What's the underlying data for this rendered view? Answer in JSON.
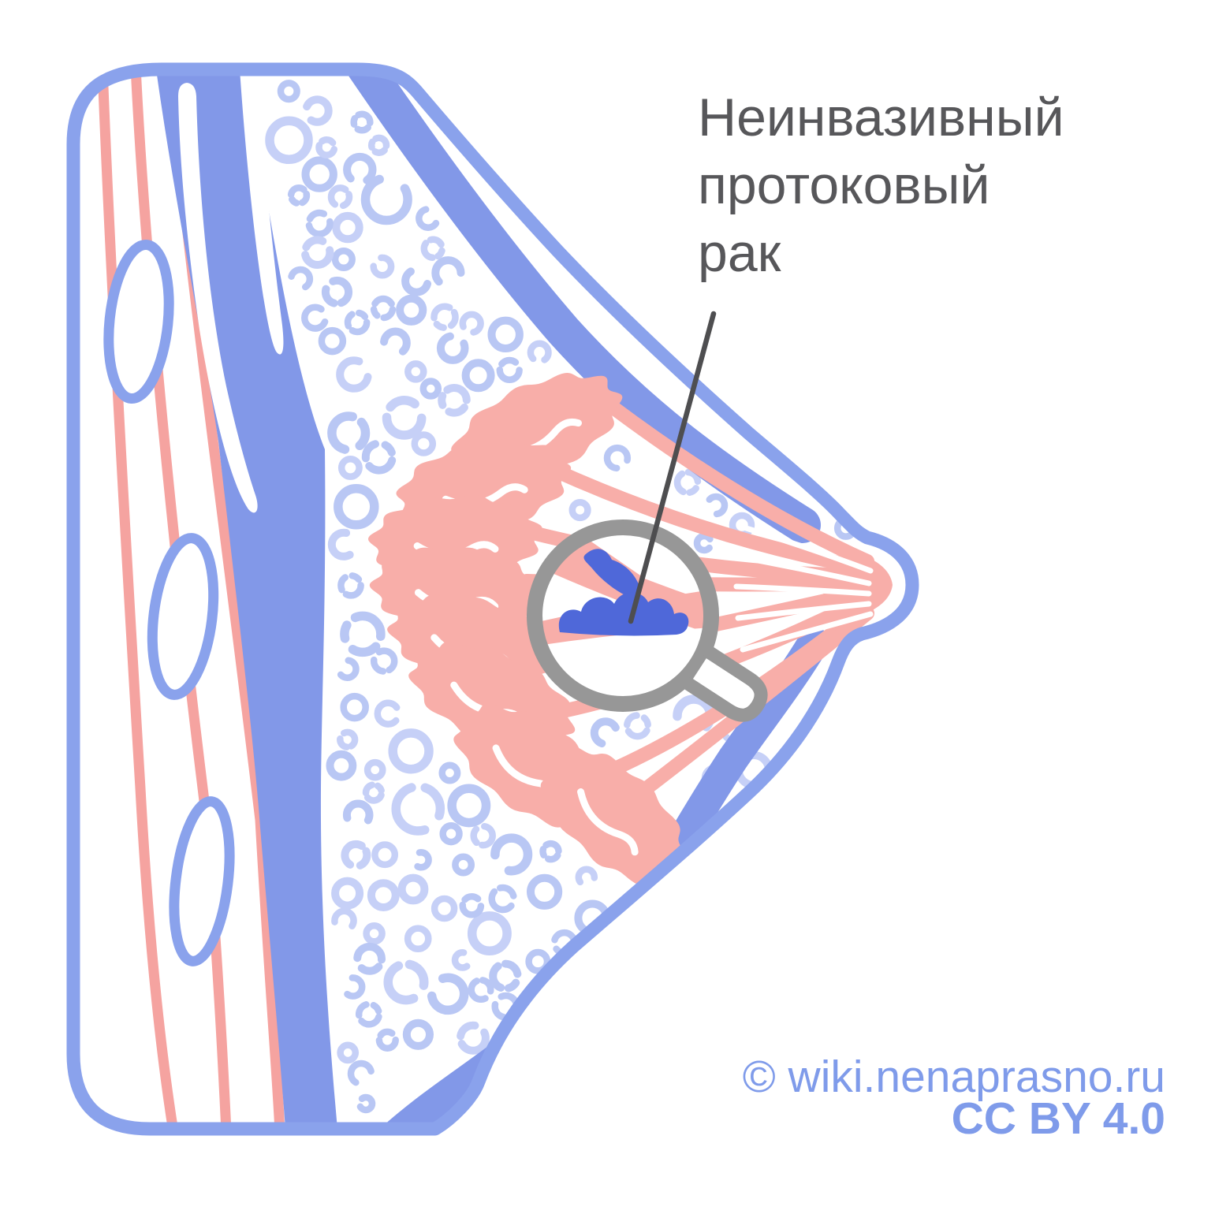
{
  "figure": {
    "label": {
      "lines": [
        "Неинвазивный",
        "протоковый",
        "рак"
      ]
    },
    "watermark": {
      "copyright": "© wiki.nenaprasno.ru",
      "license": "CC BY 4.0"
    },
    "icons": {
      "magnifier": "magnifier-icon"
    }
  },
  "colors": {
    "background": "#FFFFFF",
    "outline": "#8AA2EC",
    "solidBand": "#8298E8",
    "fatRing": "#B9C7F4",
    "fatRingLight": "#C6D0F7",
    "pinkLine": "#F5A3A0",
    "gland": "#F8AEA9",
    "tumor": "#4F68D9",
    "magnifier": "#979797",
    "labelText": "#57575A",
    "callout": "#4E4E50",
    "watermark": "#7F9BEA"
  }
}
